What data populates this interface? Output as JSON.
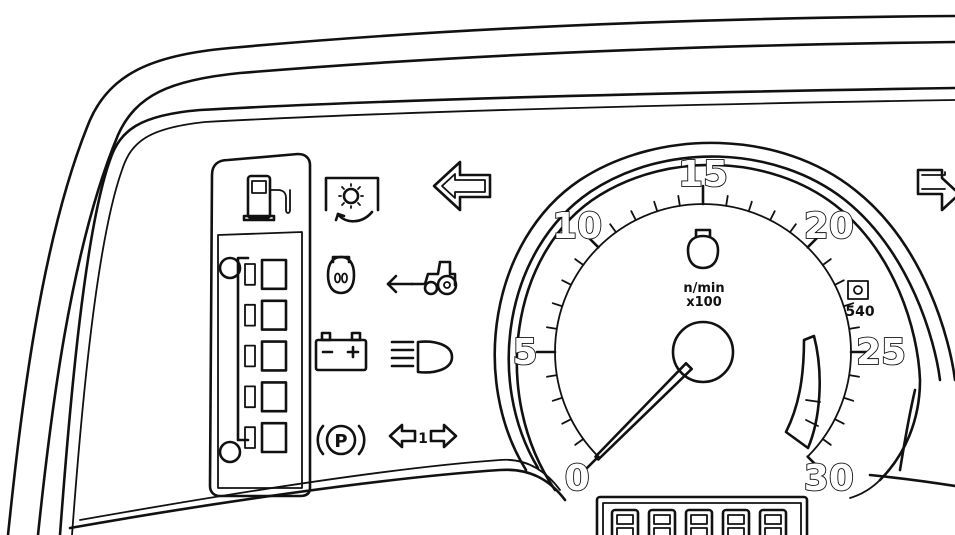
{
  "tachometer": {
    "unit_line1": "n/min",
    "unit_line2": "x100",
    "pto_label": "540",
    "scale_labels": [
      "0",
      "5",
      "10",
      "15",
      "20",
      "25",
      "30"
    ],
    "needle_value": 0
  },
  "fuel_gauge": {
    "segments_total": 5
  },
  "indicators": [
    {
      "name": "pto-engaged-icon"
    },
    {
      "name": "left-turn-arrow-icon"
    },
    {
      "name": "right-turn-arrow-icon"
    },
    {
      "name": "glow-plug-icon"
    },
    {
      "name": "trailer-indicator-icon"
    },
    {
      "name": "battery-charge-icon"
    },
    {
      "name": "headlight-high-beam-icon"
    },
    {
      "name": "parking-brake-icon"
    },
    {
      "name": "trailer-turn-indicator-icon"
    }
  ],
  "trailer_turn_label": "1",
  "parking_label": "P",
  "lcd_display": {
    "digit_count": 5
  }
}
